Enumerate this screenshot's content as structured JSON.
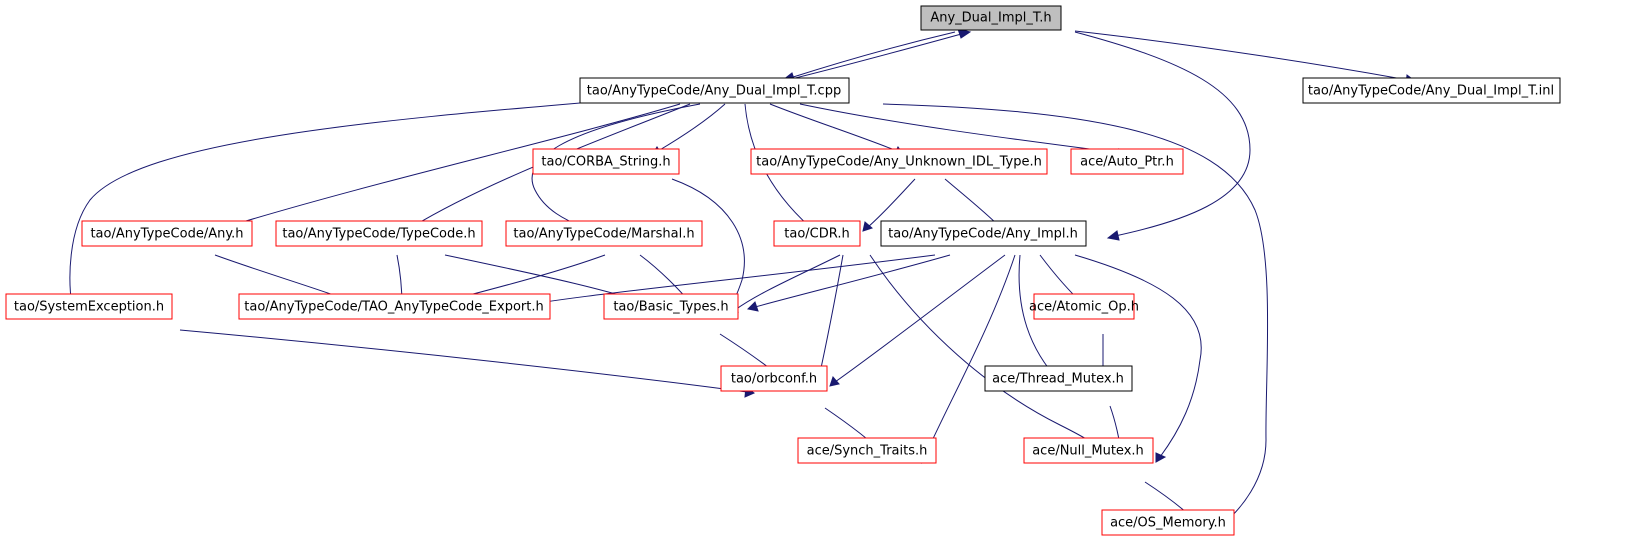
{
  "nodes": {
    "root": "Any_Dual_Impl_T.h",
    "cpp": "tao/AnyTypeCode/Any_Dual_Impl_T.cpp",
    "inl": "tao/AnyTypeCode/Any_Dual_Impl_T.inl",
    "corba_string": "tao/CORBA_String.h",
    "unknown_idl": "tao/AnyTypeCode/Any_Unknown_IDL_Type.h",
    "auto_ptr": "ace/Auto_Ptr.h",
    "any": "tao/AnyTypeCode/Any.h",
    "typecode": "tao/AnyTypeCode/TypeCode.h",
    "marshal": "tao/AnyTypeCode/Marshal.h",
    "cdr": "tao/CDR.h",
    "any_impl": "tao/AnyTypeCode/Any_Impl.h",
    "sysexc": "tao/SystemException.h",
    "export": "tao/AnyTypeCode/TAO_AnyTypeCode_Export.h",
    "basic_types": "tao/Basic_Types.h",
    "atomic_op": "ace/Atomic_Op.h",
    "orbconf": "tao/orbconf.h",
    "thread_mutex": "ace/Thread_Mutex.h",
    "synch_traits": "ace/Synch_Traits.h",
    "null_mutex": "ace/Null_Mutex.h",
    "os_memory": "ace/OS_Memory.h"
  }
}
